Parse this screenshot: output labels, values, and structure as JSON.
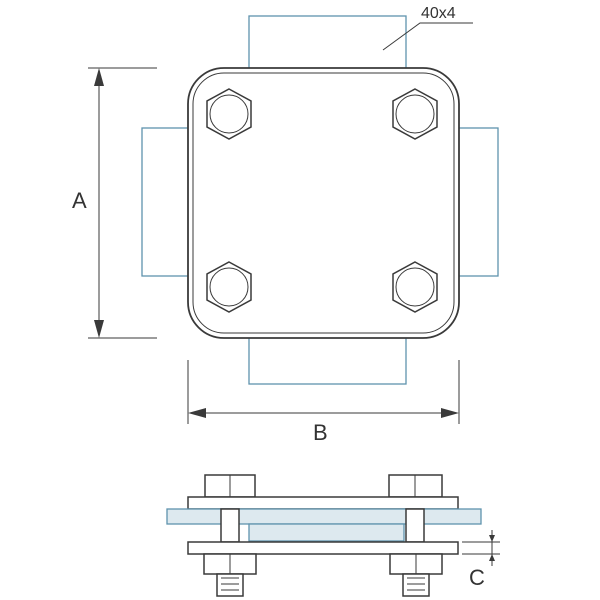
{
  "figure": {
    "labels": {
      "strip_size": "40x4",
      "dim_a": "A",
      "dim_b": "B",
      "dim_c": "C"
    },
    "colors": {
      "line": "#3a3a3a",
      "strip": "#5f93ad",
      "strip_fill": "#dde9ef",
      "background": "#ffffff"
    },
    "views": [
      "top-view",
      "side-view"
    ]
  }
}
